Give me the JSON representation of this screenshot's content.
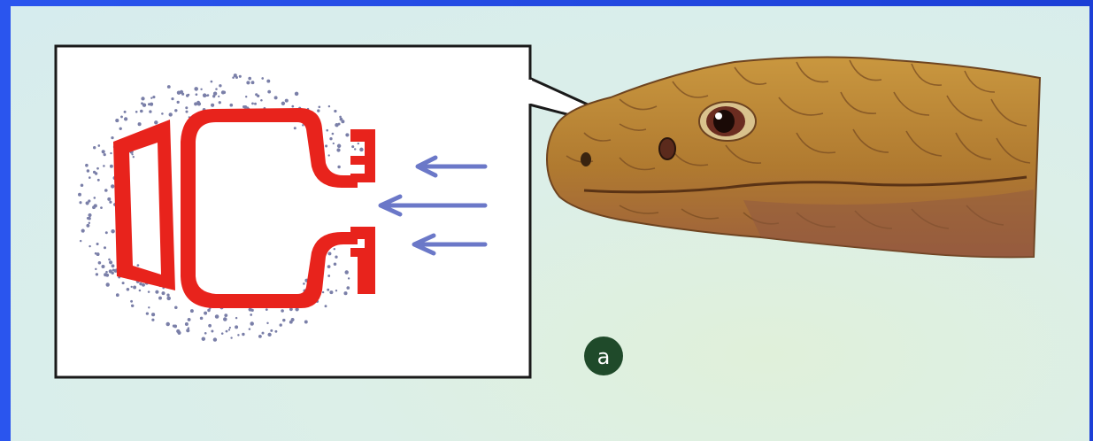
{
  "figure": {
    "label": "a",
    "colors": {
      "background_frame": "#1f48e0",
      "panel": "#d8eeea",
      "pit_organ": "#e8231c",
      "sensory_dots": "#7a7fa8",
      "arrows": "#6b78c8",
      "snake_skin": "#b8863a"
    },
    "icons": [
      "snake-head",
      "pit-organ-cross-section",
      "heat-arrow"
    ]
  }
}
